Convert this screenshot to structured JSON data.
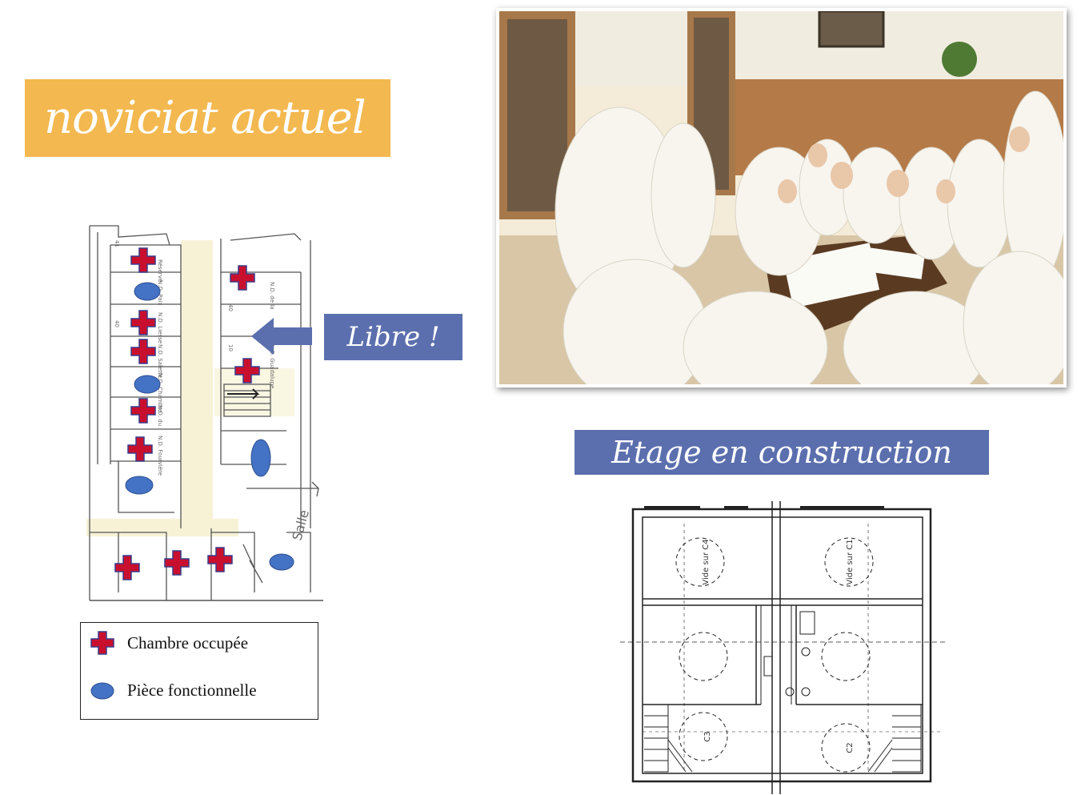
{
  "title": "noviciat actuel",
  "arrow_label": "Libre !",
  "construction_label": "Etage en construction",
  "legend": {
    "items": [
      {
        "icon": "red-cross-icon",
        "label": "Chambre occupée"
      },
      {
        "icon": "blue-cloud-icon",
        "label": "Pièce fonctionnelle"
      }
    ]
  },
  "plan_left": {
    "sketch_notes": [
      "Salle"
    ]
  },
  "plan_right": {
    "room_labels": [
      "Vide sur C4",
      "Vide sur C1",
      "C3",
      "C2"
    ]
  },
  "colors": {
    "orange_banner": "#f3b84f",
    "blue_banner": "#5b6fae",
    "occupied_cross": "#c8102e",
    "functional_room": "#4472c4"
  }
}
